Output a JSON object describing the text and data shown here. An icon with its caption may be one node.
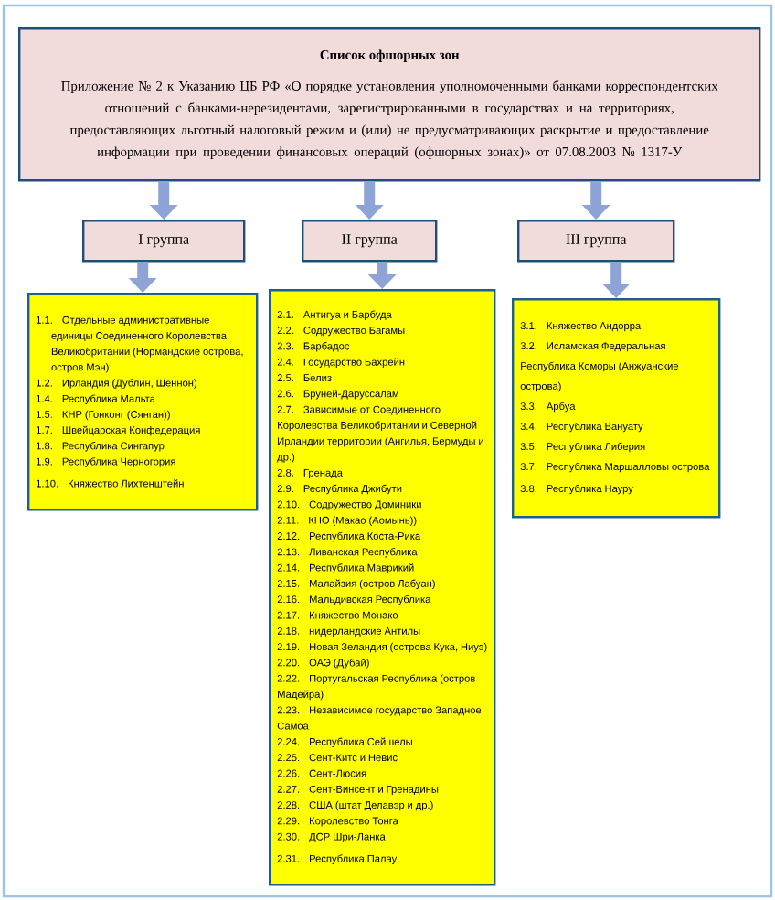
{
  "diagram": {
    "nodes": [
      {
        "text": [
          "Список офшорных зон",
          "Приложение № 2 к Указанию ЦБ РФ «О порядке установления уполномоченными банками корреспондентских отношений с банками-нерезидентами, зарегистрированными в государствах и на территориях, предоставляющих льготный налоговый режим и (или) не предусматривающих раскрытие и предоставление информации при проведении финансовых операций (офшорных зонах)» от 07.08.2003 № 1317-У"
        ]
      },
      {
        "text": [
          "I группа"
        ]
      },
      {
        "text": [
          "II группа"
        ]
      },
      {
        "text": [
          "III группа"
        ]
      },
      {
        "text": [
          "1.1. Отдельные административные единицы Соединенного Королевства Великобритании (Нормандские острова, остров Мэн)",
          "1.2. Ирландия (Дублин, Шеннон)",
          "1.4. Республика Мальта",
          "1.5. КНР (Гонконг (Сянган))",
          "1.7. Швейцарская Конфедерация",
          "1.8. Республика Сингапур",
          "1.9. Республика Черногория",
          "1.10. Княжество Лихтенштейн"
        ]
      },
      {
        "text": [
          "2.1. Антигуа и Барбуда",
          "2.2. Содружество Багамы",
          "2.3. Барбадос",
          "2.4. Государство Бахрейн",
          "2.5. Белиз",
          "2.6. Бруней-Даруссалам",
          "2.7. Зависимые от Соединенного Королевства Великобритании и Северной Ирландии территории (Ангилья, Бермуды и др.)",
          "2.8. Гренада",
          "2.9. Республика Джибути",
          "2.10. Содружество Доминики",
          "2.11. КНО (Макао (Аомынь))",
          "2.12. Республика Коста-Рика",
          "2.13. Ливанская Республика",
          "2.14. Республика Маврикий",
          "2.15. Малайзия (остров Лабуан)",
          "2.16. Мальдивская Республика",
          "2.17. Княжество Монако",
          "2.18. нидерландские Антилы",
          "2.19. Новая Зеландия (острова Кука, Ниуэ)",
          "2.20. ОАЭ (Дубай)",
          "2.22. Португальская Республика (остров Мадейра)",
          "2.23. Независимое государство Западное Самоа",
          "2.24. Республика Сейшелы",
          "2.25. Сент-Китс и Невис",
          "2.26. Сент-Люсия",
          "2.27. Сент-Винсент и Гренадины",
          "2.28. США (штат Делавэр и др.)",
          "2.29. Королевство Тонга",
          "2.30. ДСР Шри-Ланка",
          "2.31. Республика Палау"
        ]
      },
      {
        "text": [
          "3.1. Княжество Андорра",
          "3.2. Исламская Федеральная Республика Коморы (Анжуанские острова)",
          "3.3. Арбуа",
          "3.4. Республика Вануату",
          "3.5. Республика Либерия",
          "3.7. Республика Маршалловы острова",
          "3.8. Республика Науру"
        ]
      }
    ],
    "edges": [
      {
        "from": 0,
        "to": 1,
        "arrow": "to"
      },
      {
        "from": 0,
        "to": 2,
        "arrow": "to"
      },
      {
        "from": 0,
        "to": 3,
        "arrow": "to"
      },
      {
        "from": 1,
        "to": 4,
        "arrow": "to"
      },
      {
        "from": 2,
        "to": 5,
        "arrow": "to"
      },
      {
        "from": 3,
        "to": 6,
        "arrow": "to"
      }
    ]
  }
}
